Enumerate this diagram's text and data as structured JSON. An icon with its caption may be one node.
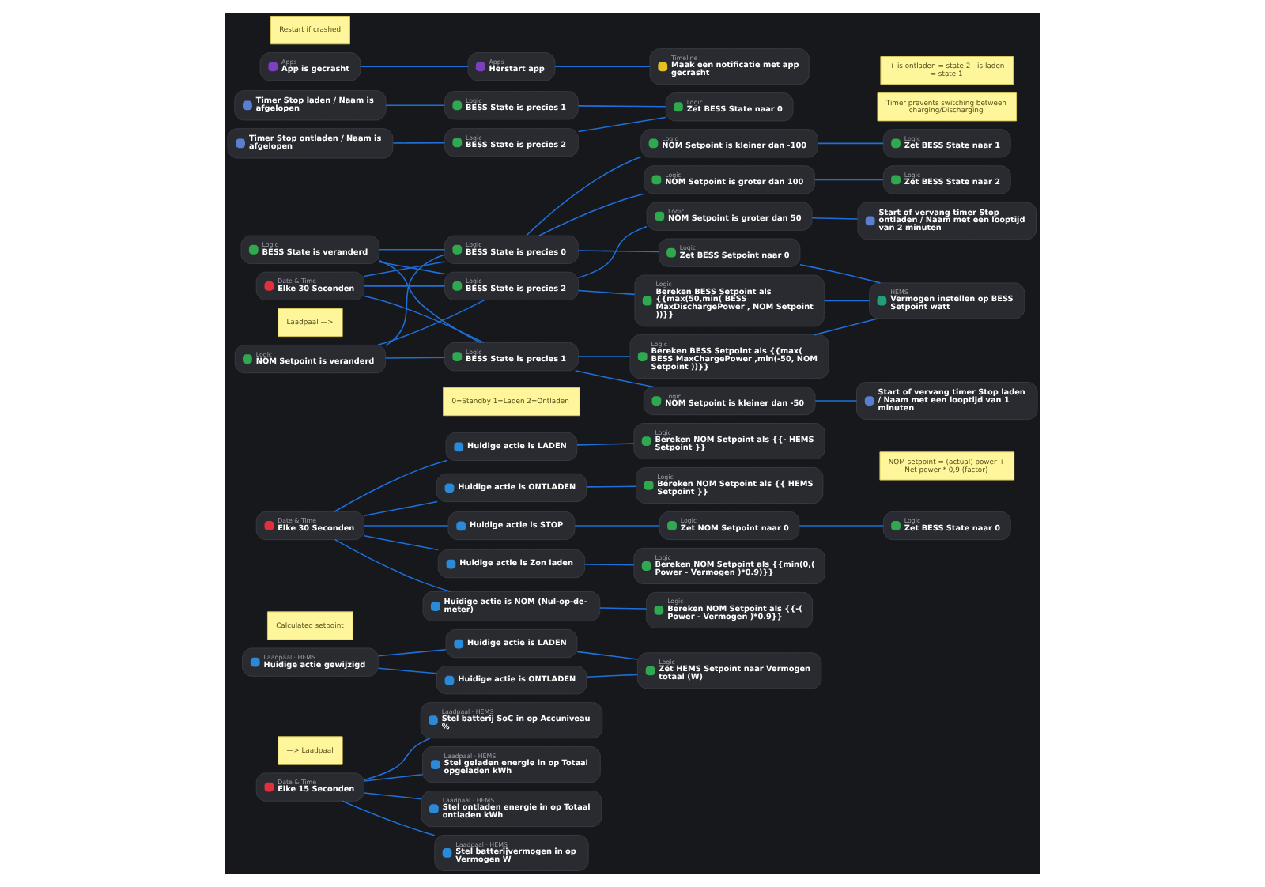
{
  "diagram": {
    "nodes": [
      {
        "text": [
          "—> Laadpaal"
        ]
      },
      {
        "text": [
          "Date & Time",
          "Elke 15 Seconden"
        ]
      },
      {
        "text": [
          "Laadpaal · HEMS",
          "Stel batterij SoC in op Accuniveau %"
        ]
      },
      {
        "text": [
          "Laadpaal · HEMS",
          "Stel geladen energie in op Totaal opgeladen kWh"
        ]
      },
      {
        "text": [
          "Laadpaal · HEMS",
          "Stel ontladen energie in op Totaal ontladen kWh"
        ]
      },
      {
        "text": [
          "Laadpaal · HEMS",
          "Stel batterijvermogen in op Vermogen W"
        ]
      },
      {
        "text": [
          "Calculated setpoint"
        ]
      },
      {
        "text": [
          "Laadpaal · HEMS",
          "Huidige actie gewijzigd"
        ]
      },
      {
        "text": [
          "Huidige actie is LADEN"
        ]
      },
      {
        "text": [
          "Huidige actie is ONTLADEN"
        ]
      },
      {
        "text": [
          "Logic",
          "Zet HEMS Setpoint naar Vermogen totaal (W)"
        ]
      },
      {
        "text": [
          "Date & Time",
          "Elke 30 Seconden"
        ]
      },
      {
        "text": [
          "Huidige actie is LADEN"
        ]
      },
      {
        "text": [
          "Huidige actie is ONTLADEN"
        ]
      },
      {
        "text": [
          "Huidige actie is STOP"
        ]
      },
      {
        "text": [
          "Huidige actie is Zon laden"
        ]
      },
      {
        "text": [
          "Huidige actie is NOM (Nul-op-de-meter)"
        ]
      },
      {
        "text": [
          "Logic",
          "Bereken NOM Setpoint als {{- HEMS Setpoint }}"
        ]
      },
      {
        "text": [
          "Logic",
          "Bereken NOM Setpoint als {{ HEMS Setpoint }}"
        ]
      },
      {
        "text": [
          "Logic",
          "Zet NOM Setpoint naar 0"
        ]
      },
      {
        "text": [
          "Logic",
          "Zet BESS State naar 0"
        ]
      },
      {
        "text": [
          "Logic",
          "Bereken NOM Setpoint als {{min(0,( Power - Vermogen )*0.9)}}"
        ]
      },
      {
        "text": [
          "Logic",
          "Bereken NOM Setpoint als {{-( Power - Vermogen )*0.9}}"
        ]
      },
      {
        "text": [
          "NOM setpoint = (actual) power + Net power * 0,9 (factor)"
        ]
      },
      {
        "text": [
          "0=Standby 1=Laden 2=Ontladen"
        ]
      },
      {
        "text": [
          "Logic",
          "NOM Setpoint is veranderd"
        ]
      },
      {
        "text": [
          "Date & Time",
          "Elke 30 Seconden"
        ]
      },
      {
        "text": [
          "Logic",
          "BESS State is veranderd"
        ]
      },
      {
        "text": [
          "Logic",
          "BESS State is precies 1"
        ]
      },
      {
        "text": [
          "Logic",
          "BESS State is precies 0"
        ]
      },
      {
        "text": [
          "Logic",
          "BESS State is precies 2"
        ]
      },
      {
        "text": [
          "Logic",
          "NOM Setpoint is kleiner dan -50"
        ]
      },
      {
        "text": [
          "Logic",
          "NOM Setpoint is kleiner dan -100"
        ]
      },
      {
        "text": [
          "Logic",
          "NOM Setpoint is groter dan 100"
        ]
      },
      {
        "text": [
          "Logic",
          "NOM Setpoint is groter dan 50"
        ]
      },
      {
        "text": [
          "Start of vervang timer Stop laden / Naam met een looptijd van 1 minuten"
        ]
      },
      {
        "text": [
          "Logic",
          "Zet BESS State naar 1"
        ]
      },
      {
        "text": [
          "Logic",
          "Zet BESS State naar 2"
        ]
      },
      {
        "text": [
          "Start of vervang timer Stop ontladen / Naam met een looptijd van 2 minuten"
        ]
      },
      {
        "text": [
          "Timer prevents switching between charging/Discharging"
        ]
      },
      {
        "text": [
          "Timer Stop laden / Naam is afgelopen"
        ]
      },
      {
        "text": [
          "Timer Stop ontladen / Naam is afgelopen"
        ]
      },
      {
        "text": [
          "Logic",
          "BESS State is precies 1"
        ]
      },
      {
        "text": [
          "Logic",
          "BESS State is precies 2"
        ]
      },
      {
        "text": [
          "Logic",
          "Zet BESS State naar 0"
        ]
      },
      {
        "text": [
          "Logic",
          "Bereken BESS Setpoint als {{max( BESS MaxChargePower ,min(-50, NOM Setpoint ))}}"
        ]
      },
      {
        "text": [
          "Logic",
          "Zet BESS Setpoint naar 0"
        ]
      },
      {
        "text": [
          "Logic",
          "Bereken BESS Setpoint als {{max(50,min( BESS MaxDischargePower , NOM Setpoint ))}}"
        ]
      },
      {
        "text": [
          "HEMS",
          "Vermogen instellen op BESS Setpoint watt"
        ]
      },
      {
        "text": [
          "+ is ontladen = state 2 - is laden = state 1"
        ]
      },
      {
        "text": [
          "Laadpaal —>"
        ]
      },
      {
        "text": [
          "Restart if crashed"
        ]
      },
      {
        "text": [
          "Apps",
          "App is gecrasht"
        ]
      },
      {
        "text": [
          "Apps",
          "Herstart app"
        ]
      },
      {
        "text": [
          "Timeline",
          "Maak een notificatie met app gecrasht"
        ]
      }
    ],
    "edges": [
      {
        "from": 1,
        "to": 2,
        "arrow": "none"
      },
      {
        "from": 1,
        "to": 3,
        "arrow": "none"
      },
      {
        "from": 1,
        "to": 4,
        "arrow": "none"
      },
      {
        "from": 1,
        "to": 5,
        "arrow": "none"
      },
      {
        "from": 7,
        "to": 8,
        "arrow": "none"
      },
      {
        "from": 7,
        "to": 9,
        "arrow": "none"
      },
      {
        "from": 8,
        "to": 10,
        "arrow": "none"
      },
      {
        "from": 9,
        "to": 10,
        "arrow": "none"
      },
      {
        "from": 11,
        "to": 12,
        "arrow": "none"
      },
      {
        "from": 11,
        "to": 13,
        "arrow": "none"
      },
      {
        "from": 11,
        "to": 14,
        "arrow": "none"
      },
      {
        "from": 11,
        "to": 15,
        "arrow": "none"
      },
      {
        "from": 11,
        "to": 16,
        "arrow": "none"
      },
      {
        "from": 12,
        "to": 17,
        "arrow": "none"
      },
      {
        "from": 13,
        "to": 18,
        "arrow": "none"
      },
      {
        "from": 14,
        "to": 19,
        "arrow": "none"
      },
      {
        "from": 19,
        "to": 20,
        "arrow": "none"
      },
      {
        "from": 15,
        "to": 21,
        "arrow": "none"
      },
      {
        "from": 16,
        "to": 22,
        "arrow": "none"
      },
      {
        "from": 25,
        "to": 28,
        "arrow": "none"
      },
      {
        "from": 25,
        "to": 29,
        "arrow": "none"
      },
      {
        "from": 25,
        "to": 30,
        "arrow": "none"
      },
      {
        "from": 26,
        "to": 28,
        "arrow": "none"
      },
      {
        "from": 26,
        "to": 29,
        "arrow": "none"
      },
      {
        "from": 26,
        "to": 30,
        "arrow": "none"
      },
      {
        "from": 27,
        "to": 28,
        "arrow": "none"
      },
      {
        "from": 27,
        "to": 29,
        "arrow": "none"
      },
      {
        "from": 27,
        "to": 30,
        "arrow": "none"
      },
      {
        "from": 28,
        "to": 31,
        "arrow": "none"
      },
      {
        "from": 29,
        "to": 32,
        "arrow": "none"
      },
      {
        "from": 29,
        "to": 33,
        "arrow": "none"
      },
      {
        "from": 30,
        "to": 34,
        "arrow": "none"
      },
      {
        "from": 28,
        "to": 45,
        "arrow": "none"
      },
      {
        "from": 29,
        "to": 46,
        "arrow": "none"
      },
      {
        "from": 30,
        "to": 47,
        "arrow": "none"
      },
      {
        "from": 31,
        "to": 35,
        "arrow": "none"
      },
      {
        "from": 32,
        "to": 36,
        "arrow": "none"
      },
      {
        "from": 33,
        "to": 37,
        "arrow": "none"
      },
      {
        "from": 34,
        "to": 38,
        "arrow": "none"
      },
      {
        "from": 40,
        "to": 42,
        "arrow": "none"
      },
      {
        "from": 41,
        "to": 43,
        "arrow": "none"
      },
      {
        "from": 42,
        "to": 44,
        "arrow": "none"
      },
      {
        "from": 43,
        "to": 44,
        "arrow": "none"
      },
      {
        "from": 45,
        "to": 48,
        "arrow": "none"
      },
      {
        "from": 46,
        "to": 48,
        "arrow": "none"
      },
      {
        "from": 47,
        "to": 48,
        "arrow": "none"
      },
      {
        "from": 52,
        "to": 53,
        "arrow": "none"
      },
      {
        "from": 53,
        "to": 54,
        "arrow": "none"
      }
    ]
  }
}
